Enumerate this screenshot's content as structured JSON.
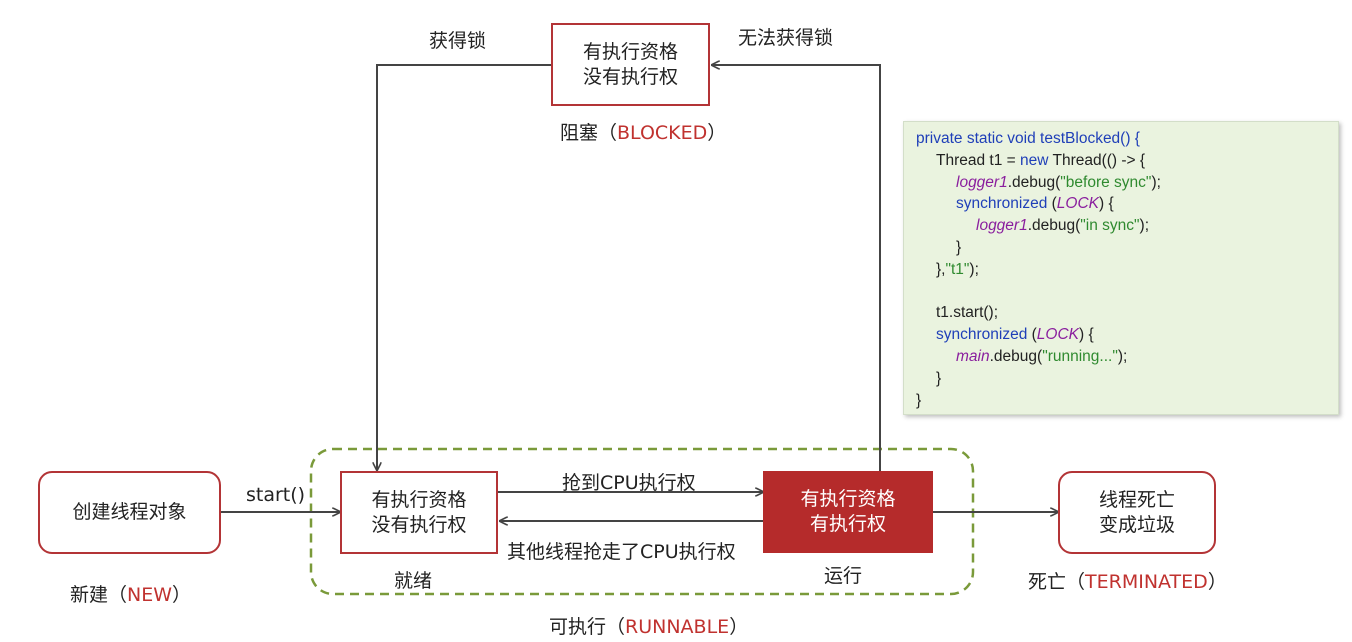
{
  "states": {
    "new": {
      "box": "创建线程对象",
      "label": "新建（",
      "tag": "NEW",
      "close": "）"
    },
    "ready": {
      "line1": "有执行资格",
      "line2": "没有执行权",
      "label": "就绪"
    },
    "running": {
      "line1": "有执行资格",
      "line2": "有执行权",
      "label": "运行"
    },
    "blocked": {
      "line1": "有执行资格",
      "line2": "没有执行权",
      "label": "阻塞（",
      "tag": "BLOCKED",
      "close": "）"
    },
    "terminated": {
      "line1": "线程死亡",
      "line2": "变成垃圾",
      "label": "死亡（",
      "tag": "TERMINATED",
      "close": "）"
    },
    "runnable": {
      "label": "可执行（",
      "tag": "RUNNABLE",
      "close": "）"
    }
  },
  "transitions": {
    "start": "start()",
    "get_cpu": "抢到CPU执行权",
    "lose_cpu": "其他线程抢走了CPU执行权",
    "get_lock": "获得锁",
    "no_lock": "无法获得锁"
  },
  "code": {
    "l1_kw": "private static void",
    "l1_name": " testBlocked() {",
    "l2_a": "Thread t1 = ",
    "l2_kw": "new",
    "l2_b": " Thread(() -> {",
    "l3_fld": "logger1",
    "l3_a": ".debug(",
    "l3_str": "\"before sync\"",
    "l3_b": ");",
    "l4_kw": "synchronized",
    "l4_a": " (",
    "l4_fld": "LOCK",
    "l4_b": ") {",
    "l5_fld": "logger1",
    "l5_a": ".debug(",
    "l5_str": "\"in sync\"",
    "l5_b": ");",
    "l6": "}",
    "l7_a": "},",
    "l7_str": "\"t1\"",
    "l7_b": ");",
    "l9": "t1.start();",
    "l10_kw": "synchronized",
    "l10_a": " (",
    "l10_fld": "LOCK",
    "l10_b": ") {",
    "l11_fld": "main",
    "l11_a": ".debug(",
    "l11_str": "\"running...\"",
    "l11_b": ");",
    "l12": "}",
    "l13": "}"
  }
}
